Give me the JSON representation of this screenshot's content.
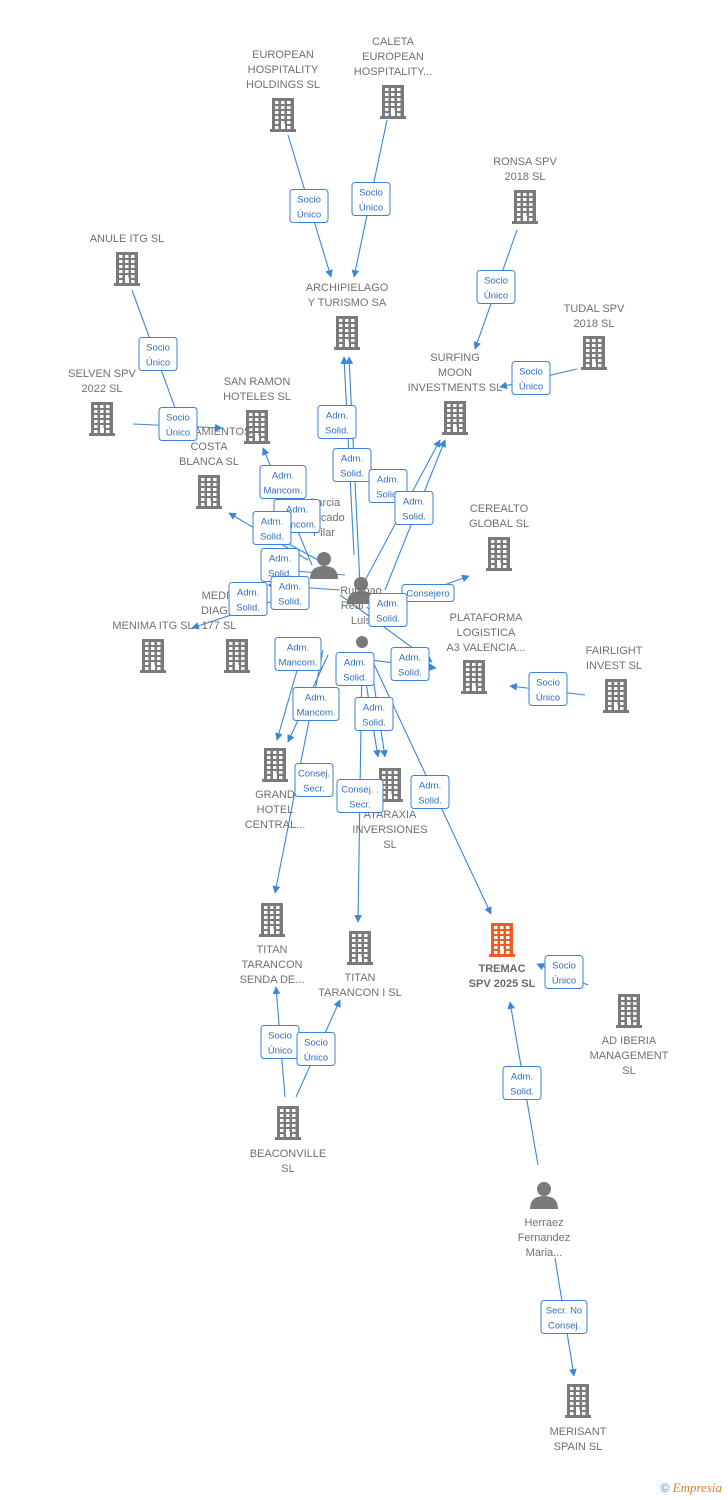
{
  "colors": {
    "edge": "#3a87d8",
    "badge": "#3b82d6",
    "company": "#7a7a7a",
    "focus": "#ef5a27",
    "person": "#7a7a7a"
  },
  "nodes": [
    {
      "id": "european",
      "kind": "company",
      "lines": [
        "EUROPEAN",
        "HOSPITALITY",
        "HOLDINGS  SL"
      ]
    },
    {
      "id": "caleta",
      "kind": "company",
      "lines": [
        "CALETA",
        "EUROPEAN",
        "HOSPITALITY..."
      ]
    },
    {
      "id": "ronsa",
      "kind": "company",
      "lines": [
        "RONSA SPV",
        "2018  SL"
      ]
    },
    {
      "id": "anule",
      "kind": "company",
      "lines": [
        "ANULE ITG  SL"
      ]
    },
    {
      "id": "archipielago",
      "kind": "company",
      "lines": [
        "ARCHIPIELAGO",
        "Y TURISMO SA"
      ]
    },
    {
      "id": "tudal",
      "kind": "company",
      "lines": [
        "TUDAL SPV",
        "2018  SL"
      ]
    },
    {
      "id": "selven",
      "kind": "company",
      "lines": [
        "SELVEN SPV",
        "2022  SL"
      ]
    },
    {
      "id": "sanramon",
      "kind": "company",
      "lines": [
        "SAN RAMON",
        "HOTELES SL"
      ]
    },
    {
      "id": "surfing",
      "kind": "company",
      "lines": [
        "SURFING",
        "MOON",
        "INVESTMENTS SL"
      ]
    },
    {
      "id": "alojamientos",
      "kind": "company",
      "lines": [
        "ALOJAMIENTOS",
        "COSTA",
        "BLANCA SL"
      ]
    },
    {
      "id": "cerealto",
      "kind": "company",
      "lines": [
        "CEREALTO",
        "GLOBAL  SL"
      ]
    },
    {
      "id": "person1",
      "kind": "person",
      "lines": [
        "Garcia",
        "Cercado",
        "Pilar"
      ]
    },
    {
      "id": "person2",
      "kind": "person",
      "lines": [
        "Rumbao",
        "Real J...",
        "Luis"
      ]
    },
    {
      "id": "menima",
      "kind": "company",
      "lines": [
        "MENIMA ITG  SL"
      ]
    },
    {
      "id": "mediadiag",
      "kind": "company",
      "lines": [
        "MEDIA",
        "DIAG...",
        "177  SL"
      ]
    },
    {
      "id": "plataforma",
      "kind": "company",
      "lines": [
        "PLATAFORMA",
        "LOGISTICA",
        "A3 VALENCIA..."
      ]
    },
    {
      "id": "fairlight",
      "kind": "company",
      "lines": [
        "FAIRLIGHT",
        "INVEST  SL"
      ]
    },
    {
      "id": "person3",
      "kind": "person",
      "lines": []
    },
    {
      "id": "grand",
      "kind": "company",
      "lines": [
        "GRAND",
        "HOTEL",
        "CENTRAL..."
      ]
    },
    {
      "id": "ataraxia",
      "kind": "company",
      "lines": [
        "ATARAXIA",
        "INVERSIONES",
        "SL"
      ]
    },
    {
      "id": "titansenda",
      "kind": "company",
      "lines": [
        "TITAN",
        "TARANCON",
        "SENDA DE..."
      ]
    },
    {
      "id": "titan1",
      "kind": "company",
      "lines": [
        "TITAN",
        "TARANCON I  SL"
      ]
    },
    {
      "id": "tremac",
      "kind": "focus",
      "lines": [
        "TREMAC",
        "SPV 2025  SL"
      ]
    },
    {
      "id": "adiberia",
      "kind": "company",
      "lines": [
        "AD IBERIA",
        "MANAGEMENT",
        "SL"
      ]
    },
    {
      "id": "beaconville",
      "kind": "company",
      "lines": [
        "BEACONVILLE",
        "SL"
      ]
    },
    {
      "id": "herraez",
      "kind": "person",
      "lines": [
        "Herraez",
        "Fernandez",
        "Maria..."
      ]
    },
    {
      "id": "merisant",
      "kind": "company",
      "lines": [
        "MERISANT",
        "SPAIN SL"
      ]
    }
  ],
  "edges": [
    {
      "from": "european",
      "to": "archipielago",
      "badge": [
        "Socio",
        "Único"
      ]
    },
    {
      "from": "caleta",
      "to": "archipielago",
      "badge": [
        "Socio",
        "Único"
      ]
    },
    {
      "from": "ronsa",
      "to": "surfing",
      "badge": [
        "Socio",
        "Único"
      ]
    },
    {
      "from": "tudal",
      "to": "surfing",
      "badge": [
        "Socio",
        "Único"
      ]
    },
    {
      "from": "anule",
      "to": "alojamientos",
      "badge": [
        "Socio",
        "Único"
      ]
    },
    {
      "from": "selven",
      "to": "sanramon",
      "badge": [
        "Socio",
        "Único"
      ]
    },
    {
      "from": "person2",
      "to": "archipielago",
      "badge": [
        "Adm.",
        "Solid."
      ]
    },
    {
      "from": "person2",
      "to": "archipielago",
      "badge": [
        "Adm.",
        "Solid."
      ]
    },
    {
      "from": "person2",
      "to": "surfing",
      "badge": [
        "Adm.",
        "Solid."
      ]
    },
    {
      "from": "person2",
      "to": "surfing",
      "badge": [
        "Adm.",
        "Solid."
      ]
    },
    {
      "from": "person1",
      "to": "sanramon",
      "badge": [
        "Adm.",
        "Mancom."
      ]
    },
    {
      "from": "person1",
      "to": "alojamientos",
      "badge": [
        "Adm.",
        "Mancom."
      ]
    },
    {
      "from": "person2",
      "to": "alojamientos",
      "badge": [
        "Adm.",
        "Solid."
      ]
    },
    {
      "from": "person2",
      "to": "mediadiag",
      "badge": [
        "Adm.",
        "Solid."
      ]
    },
    {
      "from": "person2",
      "to": "mediadiag",
      "badge": [
        "Adm.",
        "Solid."
      ]
    },
    {
      "from": "person2",
      "to": "menima",
      "badge": [
        "Adm.",
        "Solid."
      ]
    },
    {
      "from": "person2",
      "to": "cerealto",
      "badge": [
        "Consejero"
      ]
    },
    {
      "from": "person2",
      "to": "plataforma",
      "badge": [
        "Adm.",
        "Solid."
      ]
    },
    {
      "from": "person3",
      "to": "plataforma",
      "badge": [
        "Adm.",
        "Solid."
      ]
    },
    {
      "from": "fairlight",
      "to": "plataforma",
      "badge": [
        "Socio",
        "Único"
      ]
    },
    {
      "from": "person1",
      "to": "grand",
      "badge": [
        "Adm.",
        "Mancom."
      ]
    },
    {
      "from": "person1",
      "to": "grand",
      "badge": [
        "Adm.",
        "Mancom."
      ]
    },
    {
      "from": "person3",
      "to": "ataraxia",
      "badge": [
        "Adm.",
        "Solid."
      ]
    },
    {
      "from": "person3",
      "to": "ataraxia",
      "badge": [
        "Adm.",
        "Solid."
      ]
    },
    {
      "from": "person1",
      "to": "titansenda",
      "badge": [
        "Consej.",
        "Secr."
      ]
    },
    {
      "from": "person3",
      "to": "titan1",
      "badge": [
        "Consej. .",
        "Secr."
      ]
    },
    {
      "from": "person3",
      "to": "tremac",
      "badge": [
        "Adm.",
        "Solid."
      ]
    },
    {
      "from": "adiberia",
      "to": "tremac",
      "badge": [
        "Socio",
        "Único"
      ]
    },
    {
      "from": "beaconville",
      "to": "titansenda",
      "badge": [
        "Socio",
        "Único"
      ]
    },
    {
      "from": "beaconville",
      "to": "titan1",
      "badge": [
        "Socio",
        "Único"
      ]
    },
    {
      "from": "herraez",
      "to": "tremac",
      "badge": [
        "Adm.",
        "Solid."
      ]
    },
    {
      "from": "herraez",
      "to": "merisant",
      "badge": [
        "Secr.  No",
        "Consej."
      ]
    }
  ],
  "footer": {
    "copyright": "©",
    "brand": "Empresia"
  }
}
